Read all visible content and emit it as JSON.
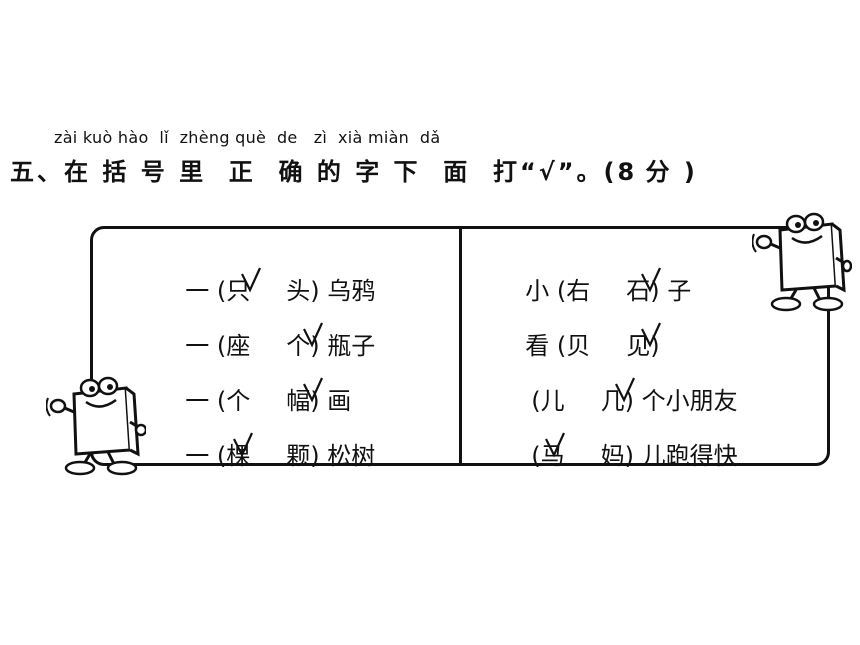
{
  "header": {
    "pinyin": "zài kuò hào  lǐ  zhèng què  de   zì  xià miàn  dǎ",
    "title_prefix": "五、在 括 号 里  正  确 的 字 下  面  打“√”。(",
    "score": "8",
    "title_suffix": " 分 )"
  },
  "left_column": [
    {
      "prefix": "一 (",
      "choice1": "只",
      "choice2": "头",
      "suffix": ") 乌鸦",
      "correct": "只"
    },
    {
      "prefix": "一 (",
      "choice1": "座",
      "choice2": "个",
      "suffix": ") 瓶子",
      "correct": "个"
    },
    {
      "prefix": "一 (",
      "choice1": "个",
      "choice2": "幅",
      "suffix": ") 画",
      "correct": "幅"
    },
    {
      "prefix": "一 (",
      "choice1": "棵",
      "choice2": "颗",
      "suffix": ") 松树",
      "correct": "棵"
    }
  ],
  "right_column": [
    {
      "prefix": "小 (",
      "choice1": "右",
      "choice2": "石",
      "suffix": ") 子",
      "correct": "石"
    },
    {
      "prefix": "看 (",
      "choice1": "贝",
      "choice2": "见",
      "suffix": ")",
      "correct": "见"
    },
    {
      "prefix": "(",
      "choice1": "儿",
      "choice2": "几",
      "suffix": ") 个小朋友",
      "correct": "几"
    },
    {
      "prefix": "(",
      "choice1": "马",
      "choice2": "妈",
      "suffix": ") 儿跑得快",
      "correct": "马"
    }
  ],
  "colors": {
    "ink": "#111111",
    "background": "#ffffff"
  },
  "icons": [
    "cartoon-square-mascot-icon",
    "check-mark-icon"
  ]
}
